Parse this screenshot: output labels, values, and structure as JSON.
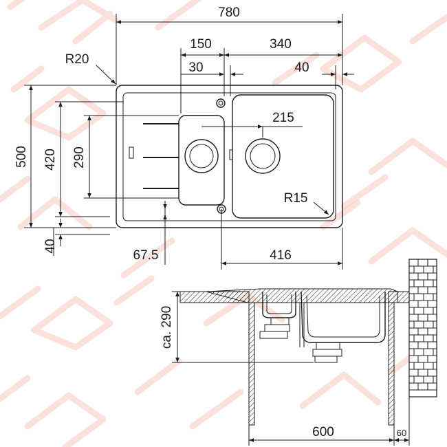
{
  "dimensions": {
    "width_total": "780",
    "width_drainer": "150",
    "width_right": "340",
    "offset_left_30": "30",
    "offset_right_40": "40",
    "corner_radius_outer": "R20",
    "corner_radius_bowl": "R15",
    "depth_total": "500",
    "depth_inner": "420",
    "depth_small_bowl": "290",
    "bottom_offset_40": "40",
    "bowl_center_215": "215",
    "offset_67_5": "67.5",
    "tap_offset_416": "416",
    "install_depth": "ca. 290",
    "cabinet_width": "600",
    "wall_gap": "60"
  },
  "colors": {
    "line": "#1a1a1a",
    "watermark": "#f6c9bd",
    "brick": "#1a1a1a"
  }
}
